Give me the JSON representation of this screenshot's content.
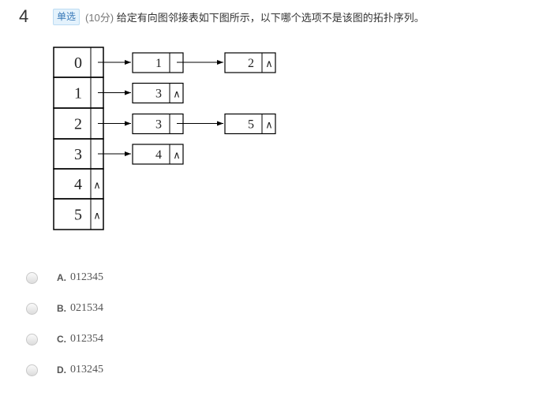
{
  "question": {
    "number": "4",
    "type": "单选",
    "score": "(10分)",
    "text": "给定有向图邻接表如下图所示，以下哪个选项不是该图的拓扑序列。"
  },
  "diagram": {
    "vertices": [
      "0",
      "1",
      "2",
      "3",
      "4",
      "5"
    ],
    "edges": [
      [
        "1",
        "2"
      ],
      [
        "3"
      ],
      [
        "3",
        "5"
      ],
      [
        "4"
      ],
      [],
      []
    ],
    "null_symbol": "∧"
  },
  "options": [
    {
      "letter": "A.",
      "value": "012345"
    },
    {
      "letter": "B.",
      "value": "021534"
    },
    {
      "letter": "C.",
      "value": "012354"
    },
    {
      "letter": "D.",
      "value": "013245"
    }
  ]
}
